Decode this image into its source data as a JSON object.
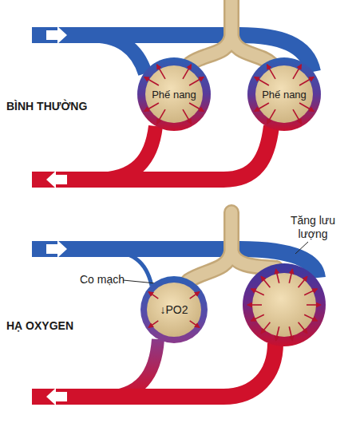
{
  "diagram": {
    "nodes": [
      {
        "text": [
          "Phế nang"
        ]
      },
      {
        "text": [
          "Phế nang"
        ]
      },
      {
        "text": [
          "↓PO2"
        ]
      }
    ],
    "labels": [
      "BÌNH THƯỜNG",
      "HẠ OXYGEN",
      "Co mạch",
      "Tăng lưu lượng"
    ]
  }
}
